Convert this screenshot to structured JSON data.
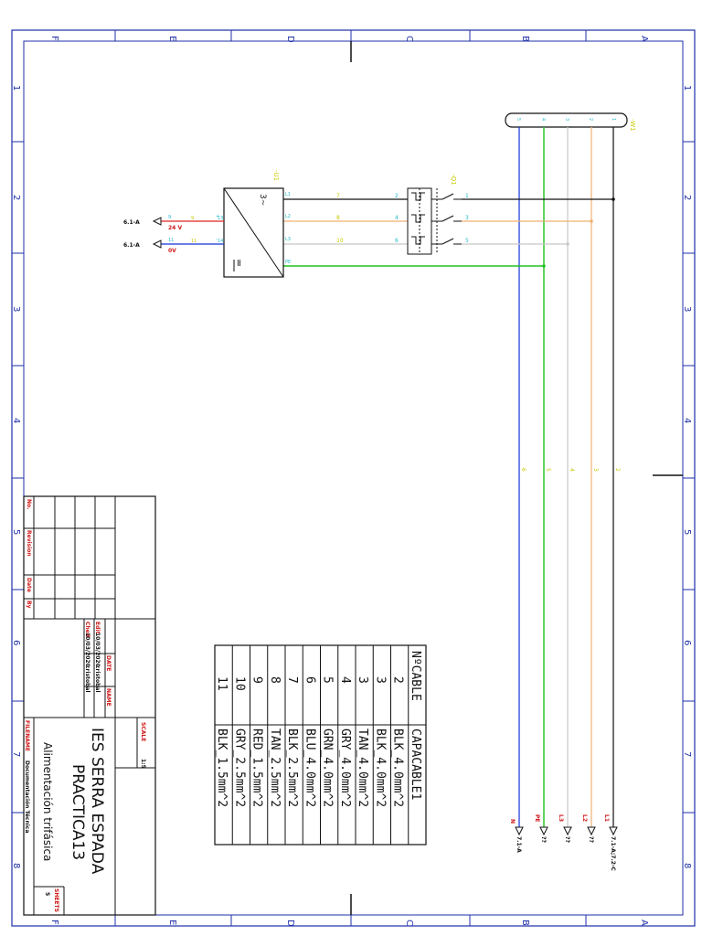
{
  "frame": {
    "columns_top": [
      "A",
      "B",
      "C",
      "D",
      "E",
      "F"
    ],
    "columns_bottom": [
      "A",
      "B",
      "C",
      "D",
      "E",
      "F"
    ],
    "rows_left": [
      "1",
      "2",
      "3",
      "4",
      "5",
      "6",
      "7",
      "8"
    ],
    "rows_right": [
      "1",
      "2",
      "3",
      "4",
      "5",
      "6",
      "7",
      "8"
    ]
  },
  "colors": {
    "frame": "#1f2fa8",
    "blue_wire": "#1030d8",
    "pe_wire": "#20c020",
    "tan_wire": "#f0b070",
    "gry_wire": "#c8c8c8",
    "red_wire": "#e02020",
    "label_cyan": "#20b8c8",
    "label_yellow": "#c8c800",
    "label_green": "#20a820",
    "text_red": "#d01818",
    "text_dark": "#101010"
  },
  "bus": {
    "tag": "-W1",
    "pin_labels": [
      "5",
      "4",
      "3",
      "2",
      "1"
    ],
    "wire_numbers": [
      "6",
      "5",
      "4",
      "3",
      "2"
    ],
    "outputs": [
      {
        "label": "N",
        "ref": "7.1-A"
      },
      {
        "label": "PE",
        "ref": "??"
      },
      {
        "label": "L3",
        "ref": "??"
      },
      {
        "label": "L2",
        "ref": "??"
      },
      {
        "label": "L1",
        "ref": "7.1-A;7.2-C"
      }
    ]
  },
  "breaker": {
    "tag": "-Q1",
    "left_pins": [
      "2",
      "4",
      "6"
    ],
    "right_pins": [
      "1",
      "3",
      "5"
    ]
  },
  "psu": {
    "tag": "-U1",
    "ac_symbol": "3~",
    "dc_symbol": "=",
    "terminals": [
      "L1",
      "L2",
      "L3",
      "PE"
    ],
    "out_pins": [
      "+",
      "-"
    ],
    "wire_in": [
      "7",
      "8",
      "10"
    ]
  },
  "dc_outputs": [
    {
      "ref": "6.1-A",
      "pin": "9",
      "wire": "9",
      "wire2": "13",
      "voltage": "24 V"
    },
    {
      "ref": "6.1-A",
      "pin": "11",
      "wire": "11",
      "wire2": "14",
      "voltage": "0V"
    }
  ],
  "cable_table": {
    "header": [
      "NºCABLE",
      "CAPACABLE1"
    ],
    "rows": [
      [
        "2",
        "BLK_4.0mm^2"
      ],
      [
        "3",
        "BLK_4.0mm^2"
      ],
      [
        "3",
        "TAN_4.0mm^2"
      ],
      [
        "4",
        "GRY_4.0mm^2"
      ],
      [
        "5",
        "GRN_4.0mm^2"
      ],
      [
        "6",
        "BLU_4.0mm^2"
      ],
      [
        "7",
        "BLK_2.5mm^2"
      ],
      [
        "8",
        "TAN_2.5mm^2"
      ],
      [
        "9",
        "RED_1.5mm^2"
      ],
      [
        "10",
        "GRY_2.5mm^2"
      ],
      [
        "11",
        "BLK_1.5mm^2"
      ]
    ]
  },
  "title_block": {
    "rev_headers": [
      "No.",
      "Revision",
      "Date",
      "By"
    ],
    "edit_label": "Edit",
    "edit_date": "10/03/2020",
    "edit_by": "cristobal",
    "ched_label": "Ched",
    "ched_date": "10/03/2020",
    "ched_by": "cristobal",
    "date_header": "DATE",
    "name_header": "NAME",
    "scale_label": "SCALE",
    "scale_value": "1:5",
    "school": "IES SERRA ESPADA",
    "project": "PRACTICA13",
    "filename_label": "FILENAME",
    "filename_value": "Documentación Técnica",
    "drawing_title": "Alimentación trifásica",
    "sheets_label": "SHEETS",
    "sheets_value": "5"
  }
}
